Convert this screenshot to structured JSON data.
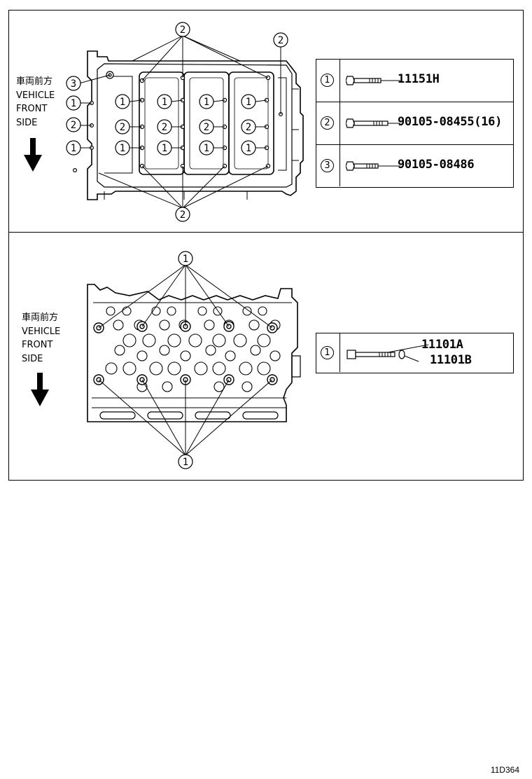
{
  "direction_label": {
    "line1": "車両前方",
    "line2": "VEHICLE",
    "line3": "FRONT",
    "line4": "SIDE"
  },
  "panel_top": {
    "callouts": {
      "c1": "1",
      "c2": "2",
      "c3": "3"
    },
    "legend": [
      {
        "num": "1",
        "part": "11151H"
      },
      {
        "num": "2",
        "part": "90105-08455(16)"
      },
      {
        "num": "3",
        "part": "90105-08486"
      }
    ]
  },
  "panel_bottom": {
    "callouts": {
      "c1": "1"
    },
    "legend": [
      {
        "num": "1",
        "part_a": "11101A",
        "part_b": "11101B"
      }
    ]
  },
  "footer_code": "11D364"
}
